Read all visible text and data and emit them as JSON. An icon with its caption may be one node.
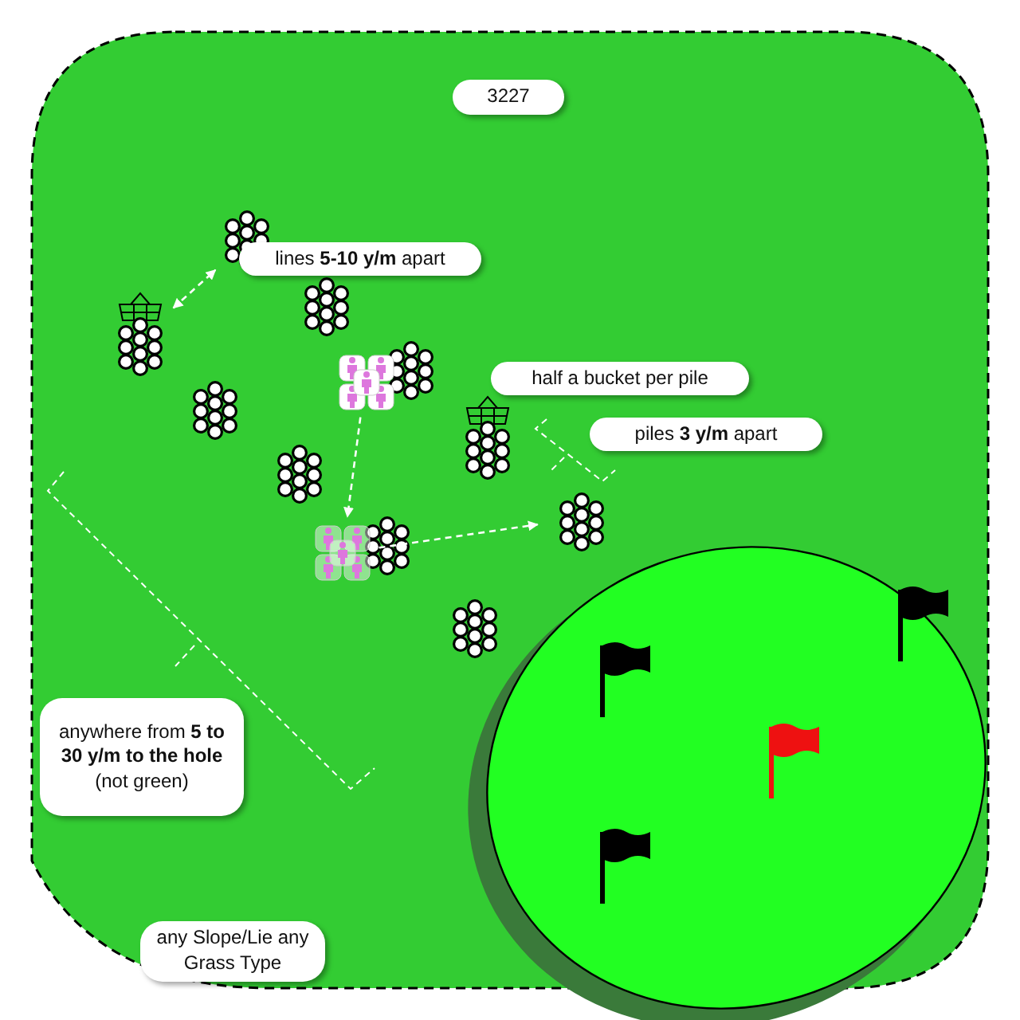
{
  "diagram": {
    "nodes": [
      {
        "text": [
          "3227"
        ]
      },
      {
        "text": [
          "lines **5-10 y/m** apart"
        ]
      },
      {
        "text": [
          "half a bucket per pile"
        ]
      },
      {
        "text": [
          "piles **3 y/m** apart"
        ]
      },
      {
        "text": [
          "anywhere from **5 to 30 y/m to the hole** (not green)"
        ]
      },
      {
        "text": [
          "any Slope/Lie any Grass Type"
        ]
      },
      {
        "text": [],
        "shape": "picture"
      },
      {
        "text": [],
        "shape": "picture"
      },
      {
        "text": [],
        "shape": "picture"
      },
      {
        "text": [],
        "shape": "picture"
      },
      {
        "text": [],
        "shape": "picture"
      }
    ],
    "edges": [
      {
        "from": 7,
        "to": 6,
        "arrow": "both",
        "style": "dashed"
      },
      {
        "from": 8,
        "to": 9,
        "arrow": "to",
        "style": "dashed"
      },
      {
        "from": 9,
        "to": 10,
        "arrow": "to",
        "style": "dashed"
      }
    ]
  }
}
